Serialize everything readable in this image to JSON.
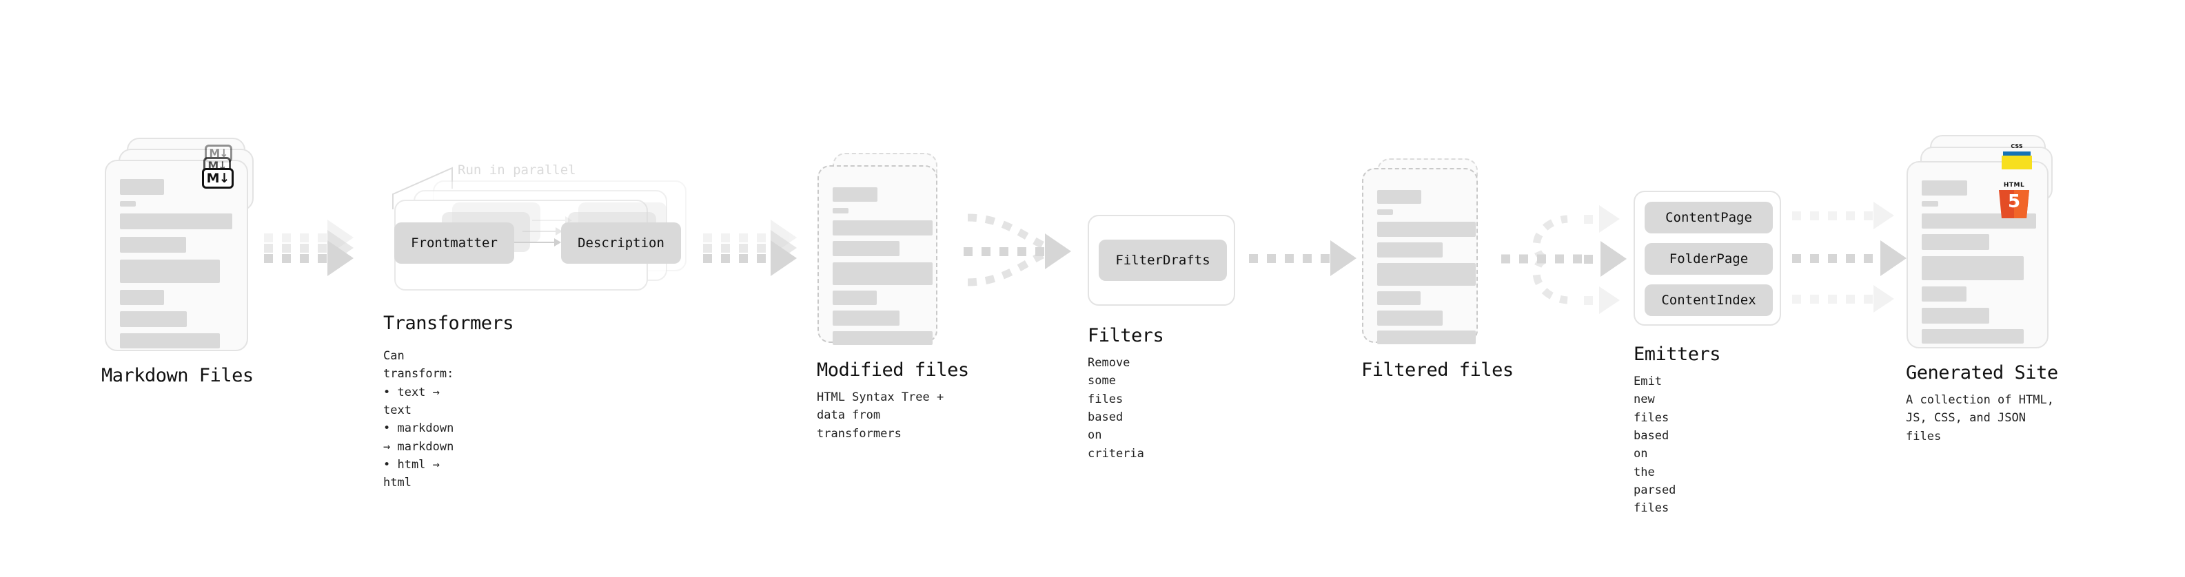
{
  "diagram": {
    "title": "Quartz content pipeline",
    "background": "#ffffff",
    "accents": {
      "skeleton": "#d9d9d9",
      "card_border": "#e3e3e3",
      "dashed_border": "#c9c9c9",
      "arrow": "#d6d6d6",
      "chip": "#d9d9d9",
      "html5_orange": "#e44d26",
      "js_yellow": "#f7df1e",
      "css_blue": "#1572b6",
      "markdown_black": "#111111",
      "muted_label": "#dadada"
    }
  },
  "stages": [
    {
      "id": "markdown-files",
      "title": "Markdown Files",
      "subtitle": "",
      "badge": "markdown-badge",
      "badge_text": "M",
      "card_style": "solid",
      "stack_count": 3
    },
    {
      "id": "transformers",
      "title": "Transformers",
      "subtitle": "Can transform:\n• text → text\n• markdown → markdown\n• html → html",
      "annotation": "Run in parallel",
      "chips": [
        "Frontmatter",
        "Description"
      ],
      "stack_count": 3
    },
    {
      "id": "modified-files",
      "title": "Modified files",
      "subtitle": "HTML Syntax Tree +\ndata from transformers",
      "card_style": "dashed",
      "stack_count": 2
    },
    {
      "id": "filters",
      "title": "Filters",
      "subtitle": "Remove some files based\non criteria",
      "chips": [
        "FilterDrafts"
      ]
    },
    {
      "id": "filtered-files",
      "title": "Filtered files",
      "subtitle": "",
      "card_style": "dashed",
      "stack_count": 2
    },
    {
      "id": "emitters",
      "title": "Emitters",
      "subtitle": "Emit new files based on\nthe parsed files",
      "chips": [
        "ContentPage",
        "FolderPage",
        "ContentIndex"
      ]
    },
    {
      "id": "generated-site",
      "title": "Generated Site",
      "subtitle": "A collection of HTML,\nJS, CSS, and JSON files",
      "badges": [
        "html5-badge",
        "js-badge",
        "css-badge"
      ],
      "badge_texts": {
        "html5_word": "HTML",
        "html5_digit": "5",
        "css_word": "CSS"
      },
      "card_style": "solid",
      "stack_count": 3
    }
  ],
  "connectors": [
    {
      "id": "markdown-to-transformers",
      "kind": "stacked-arrow",
      "layers": 3
    },
    {
      "id": "transformers-to-modified",
      "kind": "stacked-arrow",
      "layers": 3
    },
    {
      "id": "modified-to-filters",
      "kind": "merge-arrow",
      "layers": 2
    },
    {
      "id": "filters-to-filtered",
      "kind": "single-arrow",
      "layers": 1
    },
    {
      "id": "filtered-to-emitters",
      "kind": "split-arrow",
      "layers": 3
    },
    {
      "id": "emitters-to-site",
      "kind": "parallel-arrow",
      "layers": 3
    }
  ]
}
